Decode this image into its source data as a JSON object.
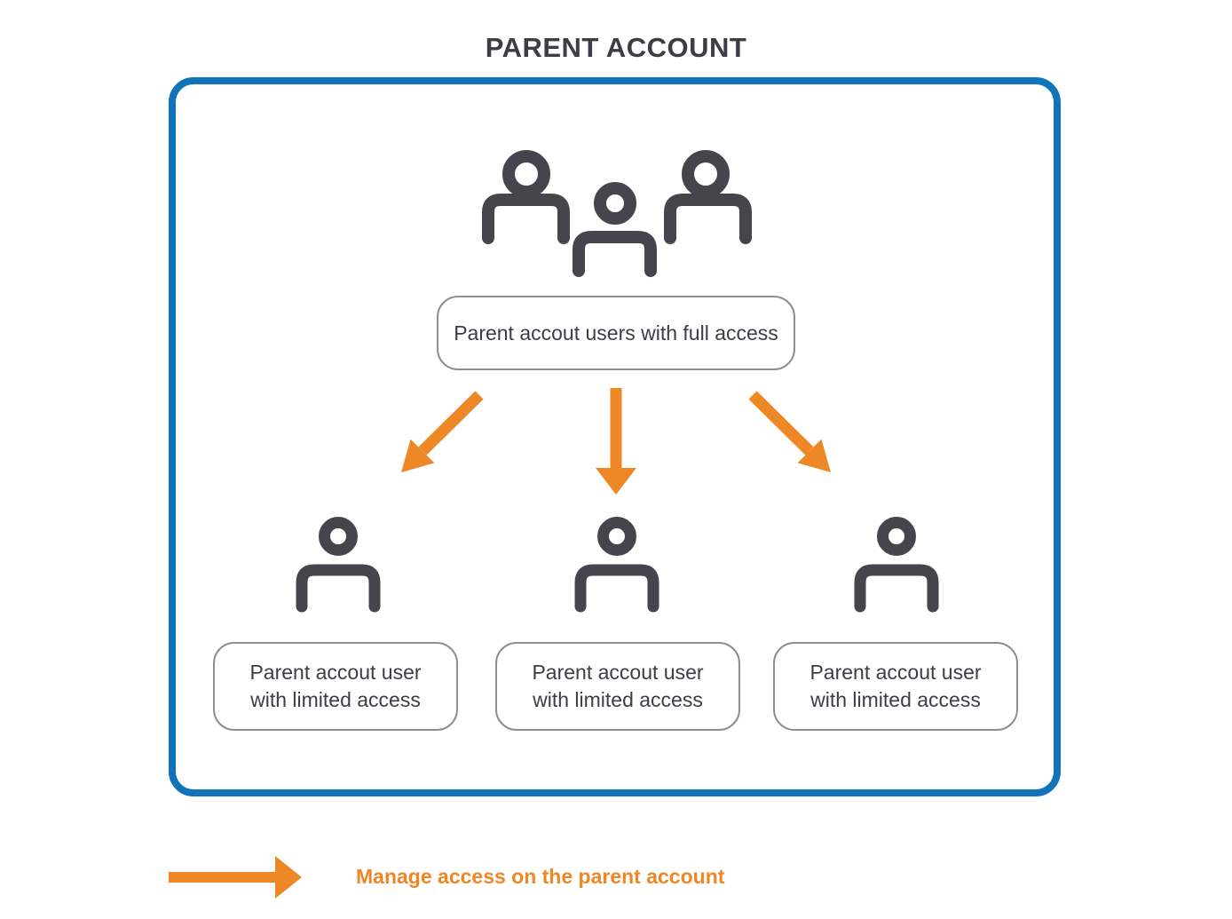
{
  "title": "PARENT ACCOUNT",
  "colors": {
    "panel-border": "#1173B9",
    "arrow-orange": "#EE8725",
    "icon-dark": "#46454E",
    "text-dark": "#3E3D44",
    "box-border": "#8D8D93",
    "background": "#FFFFFF"
  },
  "diagram": {
    "full_access_label": "Parent accout users with full access",
    "limited_boxes": [
      {
        "lines": [
          "Parent accout user",
          "with limited access"
        ]
      },
      {
        "lines": [
          "Parent accout user",
          "with limited access"
        ]
      },
      {
        "lines": [
          "Parent accout user",
          "with limited access"
        ]
      }
    ],
    "icons": {
      "top_group": "group-users-icon",
      "lower_users": [
        "user-icon",
        "user-icon",
        "user-icon"
      ],
      "arrows": [
        "arrow-down-left-icon",
        "arrow-down-icon",
        "arrow-down-right-icon"
      ]
    }
  },
  "legend": {
    "label": "Manage access on the parent account",
    "icon": "right-arrow-icon"
  }
}
